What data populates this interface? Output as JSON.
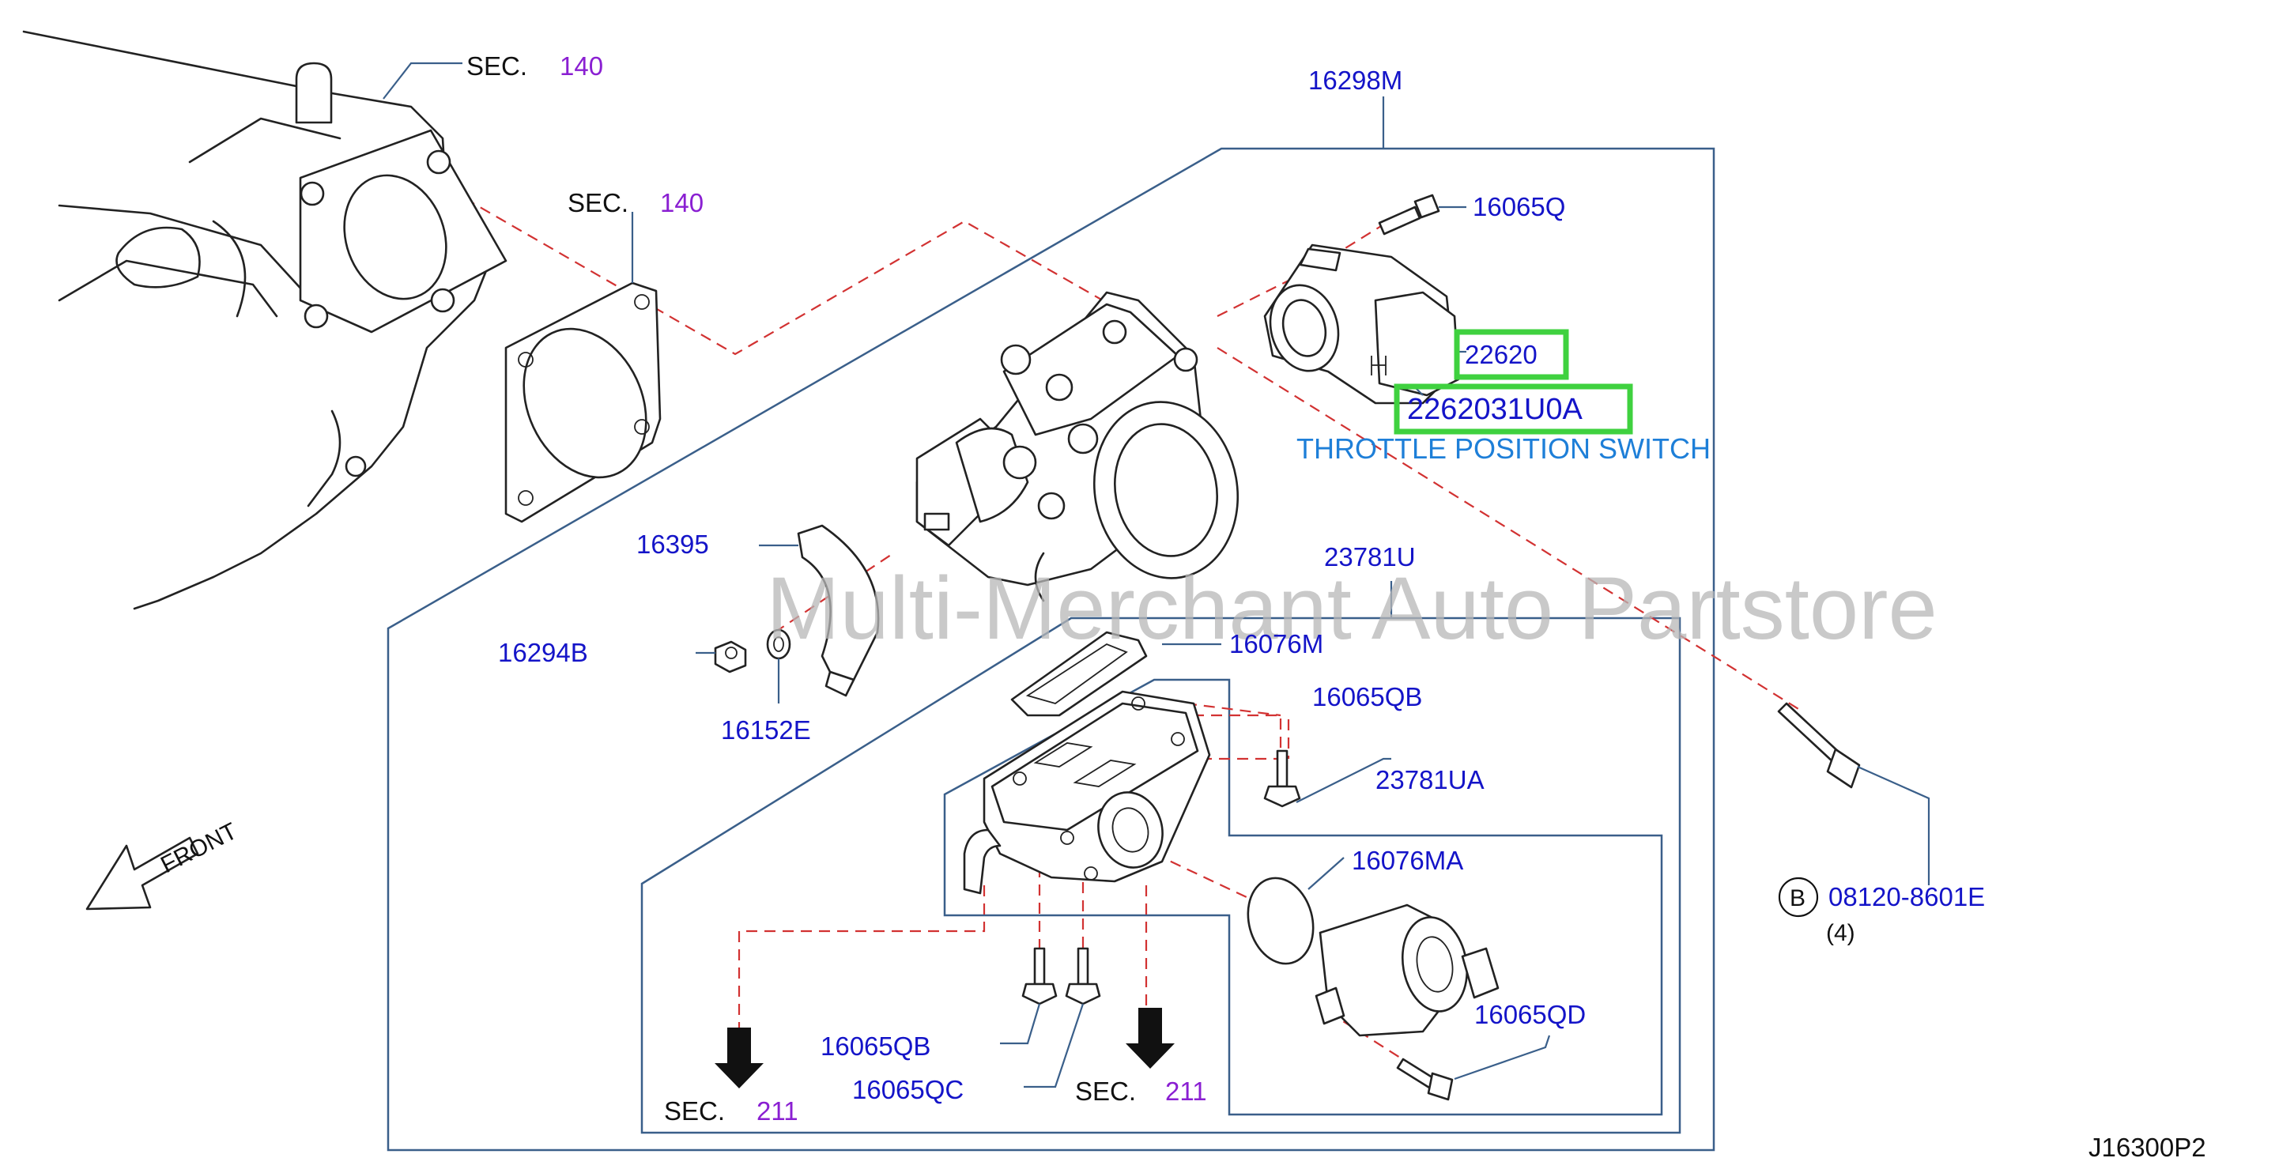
{
  "diagram": {
    "labels": {
      "sec_140_top": "SEC.",
      "sec_140_top_num": "140",
      "sec_140_mid": "SEC.",
      "sec_140_mid_num": "140",
      "p16298M": "16298M",
      "p16065Q": "16065Q",
      "p22620": "22620",
      "p2262031U0A": "2262031U0A",
      "throttle_switch": "THROTTLE POSITION SWITCH",
      "p16395": "16395",
      "p23781U": "23781U",
      "p16294B": "16294B",
      "p16076M": "16076M",
      "p16152E": "16152E",
      "p16065QB_right": "16065QB",
      "p23781UA": "23781UA",
      "p16076MA": "16076MA",
      "bolt_b": "B",
      "p08120": "08120-8601E",
      "qty_4": "(4)",
      "front": "FRONT",
      "p16065QB_bottom": "16065QB",
      "p16065QC": "16065QC",
      "p16065QD": "16065QD",
      "sec_211_left": "SEC.",
      "sec_211_left_num": "211",
      "sec_211_right": "SEC.",
      "sec_211_right_num": "211",
      "diagram_code": "J16300P2"
    },
    "watermark": "Multi-Merchant Auto Partstore",
    "colors": {
      "part_number": "#1414c8",
      "section_number": "#8a1fd2",
      "highlight": "#3fd13f",
      "frame": "#3a5f8a",
      "dash": "#d23232",
      "switch_label": "#1e7fd8"
    }
  }
}
